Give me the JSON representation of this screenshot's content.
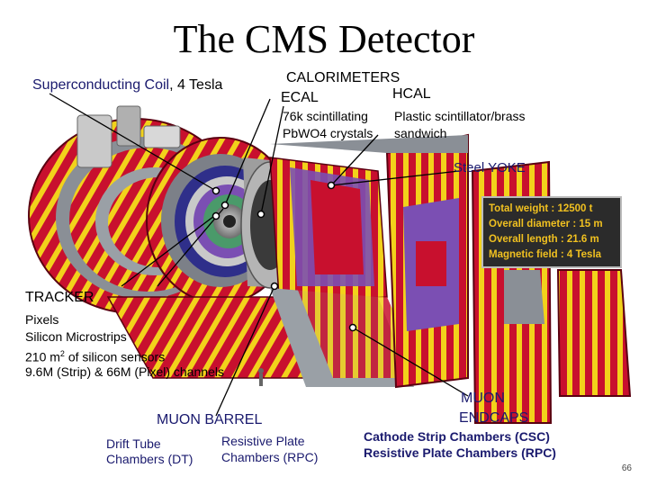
{
  "title": "The CMS Detector",
  "coil": {
    "name": "Superconducting Coil",
    "rest": ", 4 Tesla"
  },
  "calorimeters": {
    "heading": "CALORIMETERS",
    "ecal": {
      "name": "ECAL",
      "line1": "76k scintillating",
      "line2": "PbWO4 crystals"
    },
    "hcal": {
      "name": "HCAL",
      "line1": "Plastic scintillator/brass",
      "line2": "sandwich"
    }
  },
  "steel_yoke": "Steel YOKE",
  "specs": [
    "Total weight : 12500 t",
    "Overall diameter : 15 m",
    "Overall length : 21.6 m",
    "Magnetic field : 4 Tesla"
  ],
  "tracker": {
    "heading": "TRACKER",
    "line1": "Pixels",
    "line2": "Silicon Microstrips",
    "line3_pre": "210 m",
    "line3_sup": "2",
    "line3_post": " of silicon sensors",
    "line4": "9.6M (Strip) & 66M (Pixel) channels"
  },
  "muon_barrel": {
    "heading": "MUON BARREL",
    "dt_line1": "Drift Tube",
    "dt_line2": "Chambers (DT)",
    "rpc_line1": "Resistive Plate",
    "rpc_line2": "Chambers (RPC)"
  },
  "muon_endcaps": {
    "heading_line1": "MUON",
    "heading_line2": "ENDCAPS",
    "line1": "Cathode Strip Chambers (CSC)",
    "line2": "Resistive Plate Chambers (RPC)"
  },
  "page_number": "66",
  "colors": {
    "yoke_red": "#c8102e",
    "stripe_yellow": "#f2d21b",
    "muon_gray": "#8a8f96",
    "calorimeter_purple": "#7b4fb3",
    "label_navy": "#1a1a6e"
  }
}
